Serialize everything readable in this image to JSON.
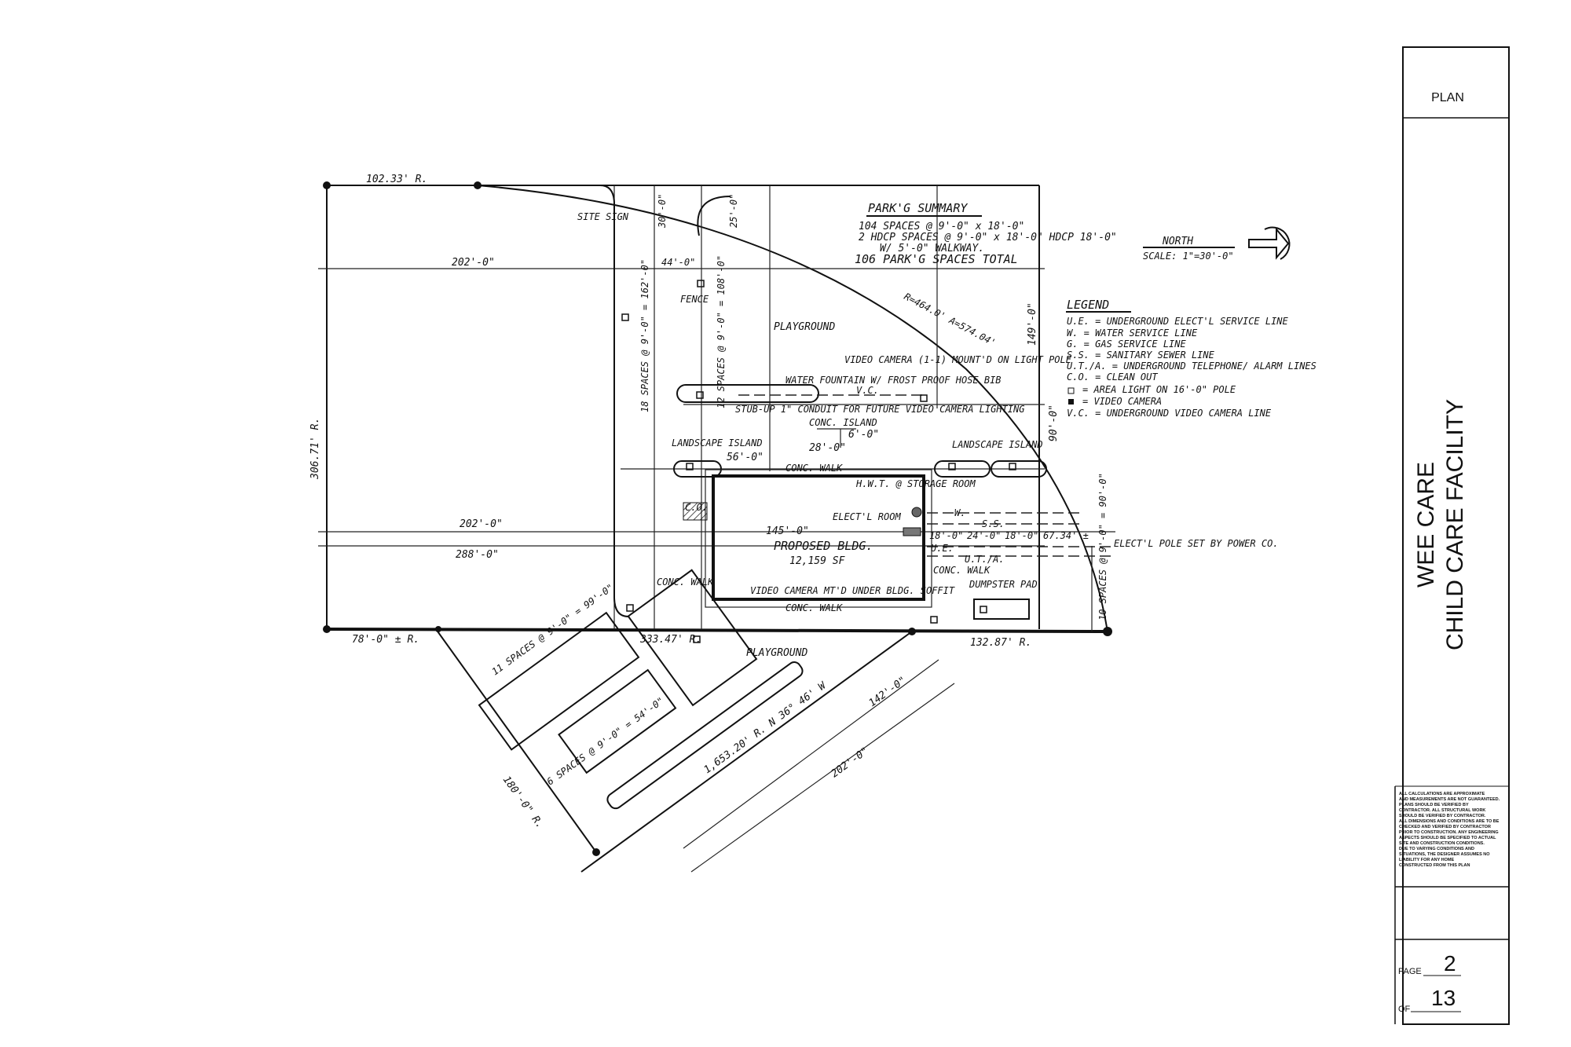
{
  "title_block": {
    "sheet_name": "PLAN",
    "project_line1": "WEE CARE",
    "project_line2": "CHILD CARE FACILITY",
    "notes": [
      "ALL CALCULATIONS ARE APPROXIMATE",
      "AND MEASUREMENTS ARE NOT GUARANTEED.",
      "PLANS SHOULD BE VERIFIED BY",
      "CONTRACTOR. ALL STRUCTURAL WORK",
      "SHOULD BE VERIFIED BY CONTRACTOR.",
      "ALL DIMENSIONS AND CONDITIONS ARE TO BE",
      "CHECKED AND VERIFIED BY CONTRACTOR",
      "PRIOR TO CONSTRUCTION. ANY ENGINEERING",
      "ASPECTS SHOULD BE SPECIFIED TO ACTUAL",
      "SITE AND CONSTRUCTION CONDITIONS.",
      "DUE TO VARYING CONDITIONS AND",
      "SITUATIONS, THE DESIGNER ASSUMES NO",
      "LIABILITY FOR ANY HOME",
      "CONSTRUCTED FROM THIS PLAN"
    ],
    "page_label": "PAGE",
    "page_number": "2",
    "of_label": "OF",
    "page_total": "13"
  },
  "parking_summary": {
    "title": "PARK'G SUMMARY",
    "line1": "104 SPACES @ 9'-0\" x 18'-0\"",
    "line2": "2 HDCP SPACES @ 9'-0\" x 18'-0\" HDCP 18'-0\"",
    "line3": "W/ 5'-0\" WALKWAY.",
    "total": "106 PARK'G SPACES TOTAL"
  },
  "north": {
    "label": "NORTH",
    "scale": "SCALE: 1\"=30'-0\""
  },
  "legend": {
    "title": "LEGEND",
    "items": [
      "U.E. = UNDERGROUND ELECT'L SERVICE LINE",
      "W. = WATER SERVICE LINE",
      "G. = GAS SERVICE LINE",
      "S.S. = SANITARY SEWER LINE",
      "U.T./A. = UNDERGROUND TELEPHONE/ ALARM LINES",
      "C.O. = CLEAN OUT",
      "= AREA LIGHT ON 16'-0\" POLE",
      "= VIDEO CAMERA",
      "V.C. = UNDERGROUND VIDEO CAMERA LINE"
    ]
  },
  "plan_labels": {
    "building": "PROPOSED BLDG.",
    "building_area": "12,159 SF",
    "playground_top": "PLAYGROUND",
    "playground_bottom": "PLAYGROUND",
    "site_sign": "SITE SIGN",
    "fence": "FENCE",
    "water_fountain": "WATER FOUNTAIN W/ FROST PROOF HOSE BIB",
    "video_camera_pole": "VIDEO CAMERA (1-1) MOUNT'D ON LIGHT POLE",
    "stub_up": "STUB-UP 1\" CONDUIT FOR FUTURE VIDEO CAMERA LIGHTING",
    "conc_island": "CONC. ISLAND",
    "landscape_island_left": "LANDSCAPE ISLAND",
    "landscape_island_right": "LANDSCAPE ISLAND",
    "conc_walk_top": "CONC. WALK",
    "conc_walk_bottom": "CONC. WALK",
    "conc_walk_left": "CONC. WALK",
    "conc_walk_right": "CONC. WALK",
    "hwt_storage": "H.W.T. @ STORAGE ROOM",
    "elect_room": "ELECT'L ROOM",
    "video_camera_soffit": "VIDEO CAMERA MT'D UNDER BLDG. SOFFIT",
    "dumpster_pad": "DUMPSTER PAD",
    "elect_pole": "ELECT'L POLE SET BY POWER CO.",
    "radius": "R=464.0' A=574.04'",
    "co": "C.O."
  },
  "dimensions": {
    "top_boundary": "102.33' R.",
    "d202_top": "202'-0\"",
    "d202_mid": "202'-0\"",
    "d288": "288'-0\"",
    "left_boundary": "306.71' R.",
    "bottom_left": "78'-0\" ± R.",
    "bottom_mid": "333.47' R.",
    "bottom_right": "132.87' R.",
    "diag_boundary": "1,653.20' R. N 36° 46' W",
    "diag_142": "142'-0\"",
    "diag_202": "202'-0\"",
    "diag_left": "180'-0\" R.",
    "d145": "145'-0\"",
    "d56": "56'-0\"",
    "d28": "28'-0\"",
    "d6": "6'-0\"",
    "d149": "149'-0\"",
    "d90": "90'-0\"",
    "d18a": "18'-0\"",
    "d18b": "18'-0\"",
    "d24": "24'-0\"",
    "d67": "67.34' ±",
    "spaces_11": "11 SPACES @ 9'-0\" = 99'-0\"",
    "spaces_6": "6 SPACES @ 9'-0\" = 54'-0\"",
    "spaces_12": "12 SPACES @ 9'-0\" = 108'-0\"",
    "spaces_18": "18 SPACES @ 9'-0\" = 162'-0\"",
    "spaces_10": "10 SPACES @ 9'-0\" = 90'-0\"",
    "d30": "30'-0\"",
    "d25": "25'-0\"",
    "d44": "44'-0\""
  },
  "utility_labels": {
    "w": "W.",
    "ss": "S.S.",
    "ue": "U.E.",
    "uta": "U.T./A.",
    "vc": "V.C."
  }
}
